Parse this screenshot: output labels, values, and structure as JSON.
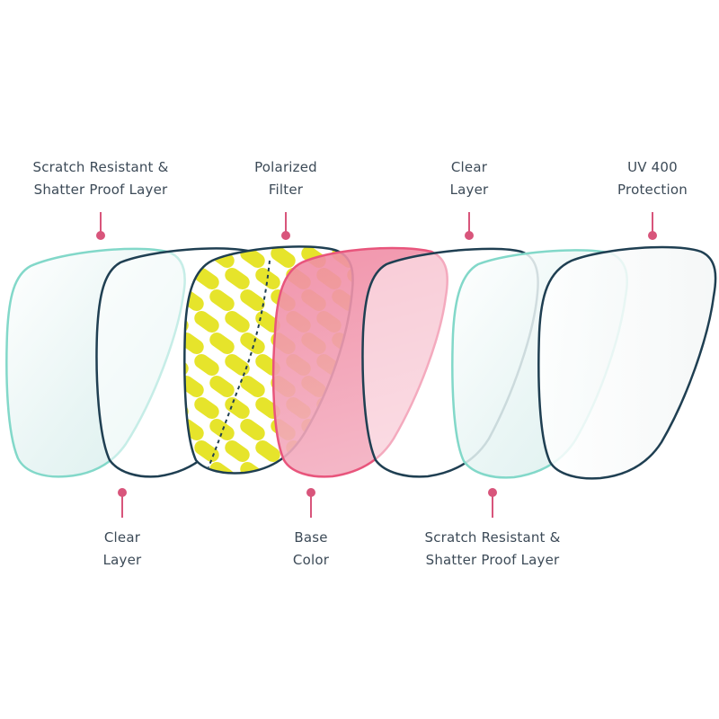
{
  "colors": {
    "outline": "#1f3f52",
    "teal": "#82d8c9",
    "teal_fill": "#e4f5f3",
    "pink": "#e8557c",
    "pink_fill": "#f2a0b5",
    "yellow": "#e6e42b",
    "pin": "#d8557b",
    "text": "#3c4a57"
  },
  "top_labels": [
    {
      "line1": "Scratch Resistant &",
      "line2": "Shatter Proof Layer"
    },
    {
      "line1": "Polarized",
      "line2": "Filter"
    },
    {
      "line1": "Clear",
      "line2": "Layer"
    },
    {
      "line1": "UV 400",
      "line2": "Protection"
    }
  ],
  "bottom_labels": [
    {
      "line1": "Clear",
      "line2": "Layer"
    },
    {
      "line1": "Base",
      "line2": "Color"
    },
    {
      "line1": "Scratch Resistant &",
      "line2": "Shatter Proof Layer"
    }
  ]
}
